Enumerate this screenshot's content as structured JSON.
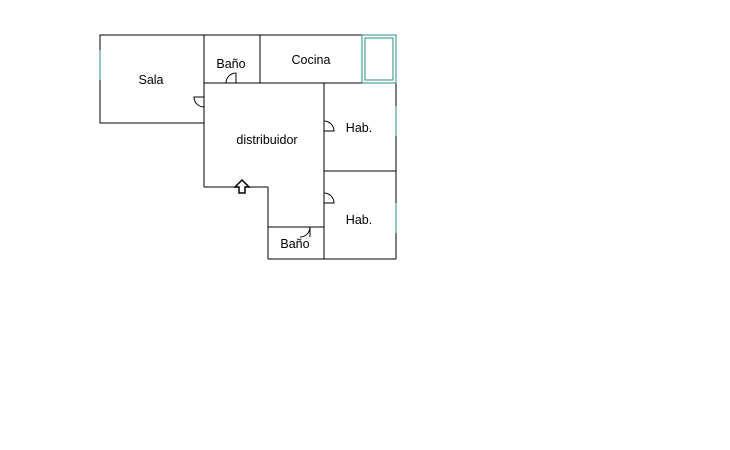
{
  "rooms": {
    "sala": "Sala",
    "bano_top": "Baño",
    "cocina": "Cocina",
    "distribuidor": "distribuidor",
    "hab_top": "Hab.",
    "hab_bottom": "Hab.",
    "bano_bottom": "Baño"
  },
  "colors": {
    "wall": "#000000",
    "window": "#2e8b8b",
    "background": "#ffffff"
  },
  "icons": {
    "entrance": "up-arrow-icon",
    "door": "door-swing-icon",
    "window": "window-icon"
  }
}
